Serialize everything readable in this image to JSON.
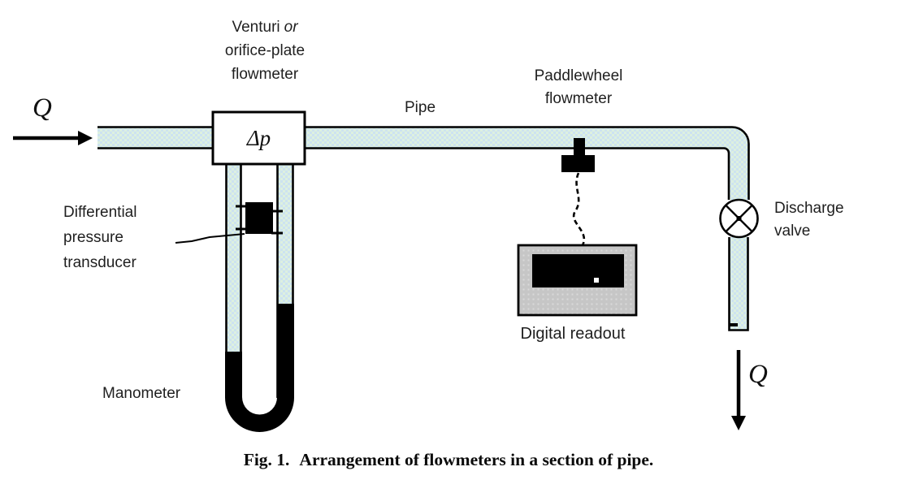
{
  "figure": {
    "caption_prefix": "Fig. 1.",
    "caption_text": "Arrangement of flowmeters in a section of pipe."
  },
  "labels": {
    "venturi": {
      "line1_text": "Venturi",
      "line1_italic": "or",
      "line2": "orifice-plate",
      "line3": "flowmeter"
    },
    "pipe": "Pipe",
    "paddlewheel": {
      "line1": "Paddlewheel",
      "line2": "flowmeter"
    },
    "dp_symbol": "Δp",
    "flow_in": "Q",
    "flow_out": "Q",
    "transducer": {
      "line1": "Differential",
      "line2": "pressure",
      "line3": "transducer"
    },
    "manometer": "Manometer",
    "readout": "Digital readout",
    "valve": {
      "line1": "Discharge",
      "line2": "valve"
    }
  },
  "colors": {
    "pipe_fill": "#cde3f0",
    "pipe_check": "#ddf0e0",
    "outline": "#000000",
    "readout_body": "#c6c6c6",
    "readout_dot": "#d9d9d9",
    "readout_screen": "#000000",
    "manometer_fluid": "#000000",
    "label_color": "#1f1f1f"
  }
}
